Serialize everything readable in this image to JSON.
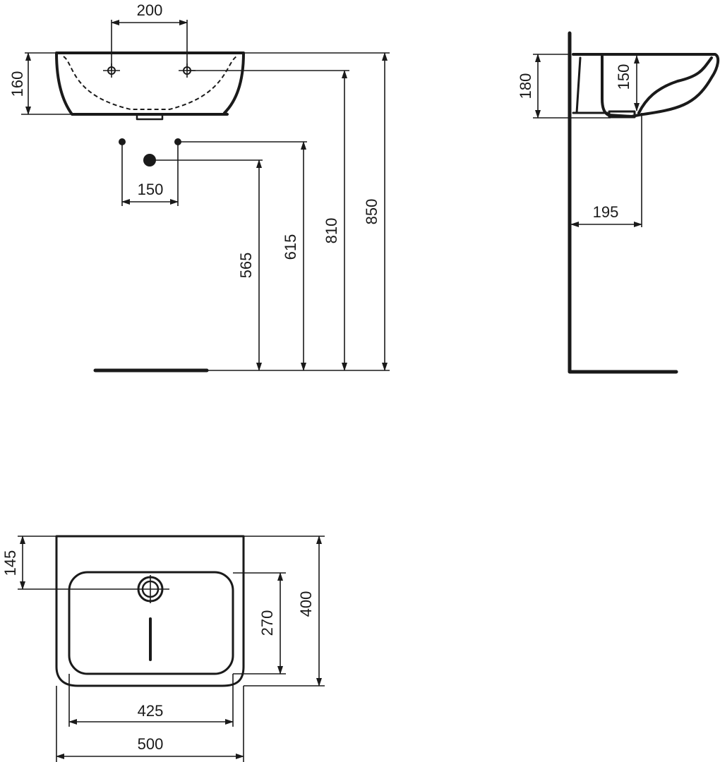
{
  "drawing": {
    "title": "Washbasin dimension drawing",
    "front_view": {
      "tap_hole_spacing": "200",
      "basin_height": "160",
      "supply_spacing": "150",
      "waste_height": "565",
      "supply_height": "615",
      "tap_hole_height": "810",
      "rim_height": "850"
    },
    "side_view": {
      "overall_depth_height": "180",
      "bowl_depth": "150",
      "waste_projection": "195"
    },
    "plan_view": {
      "tap_hole_from_back": "145",
      "inner_depth": "270",
      "overall_depth": "400",
      "inner_width": "425",
      "overall_width": "500"
    }
  }
}
